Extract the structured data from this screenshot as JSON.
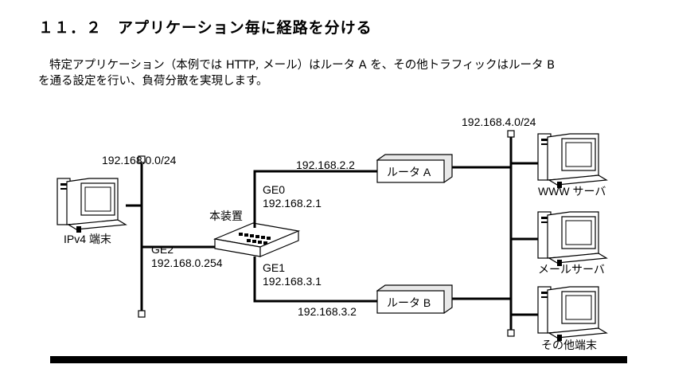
{
  "heading": "１１．２　アプリケーション毎に経路を分ける",
  "paragraph": {
    "line1": "特定アプリケーション（本例では HTTP, メール）はルータ A を、その他トラフィックはルータ B",
    "line2": "を通る設定を行い、負荷分散を実現します。"
  },
  "diagram": {
    "networks": {
      "left": "192.168.0.0/24",
      "right": "192.168.4.0/24"
    },
    "terminal_label": "IPv4 端末",
    "device_label": "本装置",
    "ge2": {
      "name": "GE2",
      "ip": "192.168.0.254"
    },
    "ge0": {
      "name": "GE0",
      "ip": "192.168.2.1"
    },
    "ge1": {
      "name": "GE1",
      "ip": "192.168.3.1"
    },
    "router_a": {
      "label": "ルータ A",
      "ip": "192.168.2.2"
    },
    "router_b": {
      "label": "ルータ B",
      "ip": "192.168.3.2"
    },
    "servers": [
      "WWW サーバ",
      "メールサーバ",
      "その他端末"
    ]
  }
}
